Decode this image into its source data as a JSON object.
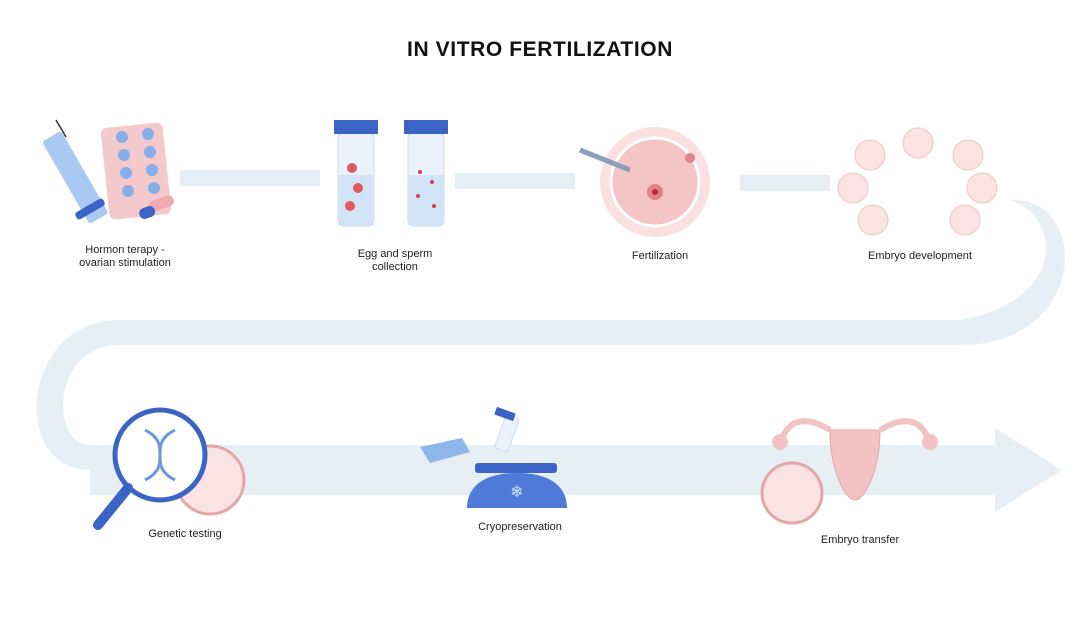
{
  "title": "IN VITRO FERTILIZATION",
  "colors": {
    "flow": "#e3eff4",
    "accent_blue": "#3c63c6",
    "light_blue": "#8fb6ea",
    "pink": "#f3c3c3",
    "dark_pink": "#d1404e"
  },
  "steps": [
    {
      "label": "Hormon terapy -\novarian stimulation",
      "icon": "syringe-pills-icon"
    },
    {
      "label": "Egg and sperm\ncollection",
      "icon": "test-tubes-icon"
    },
    {
      "label": "Fertilization",
      "icon": "egg-injection-icon"
    },
    {
      "label": "Embryo development",
      "icon": "embryo-cells-icon"
    },
    {
      "label": "Genetic testing",
      "icon": "magnifier-dna-icon"
    },
    {
      "label": "Cryopreservation",
      "icon": "cryo-tank-icon"
    },
    {
      "label": "Embryo transfer",
      "icon": "uterus-icon"
    }
  ]
}
